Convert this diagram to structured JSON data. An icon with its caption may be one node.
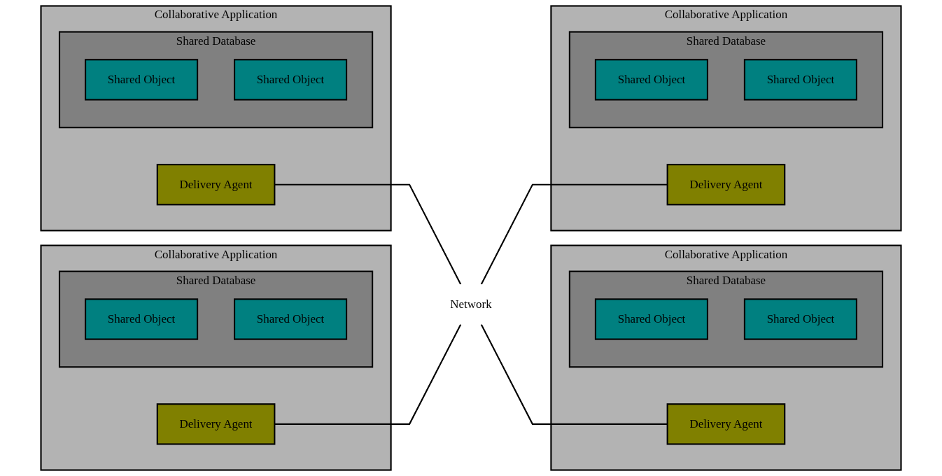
{
  "diagram": {
    "nodes": [
      {
        "text": [
          "Collaborative Application"
        ]
      },
      {
        "text": [
          "Shared Database"
        ],
        "in": 0
      },
      {
        "text": [
          "Shared Object"
        ],
        "in": 1
      },
      {
        "text": [
          "Shared Object"
        ],
        "in": 1
      },
      {
        "text": [
          "Delivery Agent"
        ],
        "in": 0
      },
      {
        "text": [
          "Collaborative Application"
        ]
      },
      {
        "text": [
          "Delivery Agent"
        ],
        "in": 5
      },
      {
        "text": [
          "Shared Database"
        ],
        "in": 5
      },
      {
        "text": [
          "Shared Object"
        ],
        "in": 7
      },
      {
        "text": [
          "Shared Object"
        ],
        "in": 7
      },
      {
        "text": [
          "Collaborative Application"
        ]
      },
      {
        "text": [
          "Shared Database"
        ],
        "in": 10
      },
      {
        "text": [
          "Shared Object"
        ],
        "in": 11
      },
      {
        "text": [
          "Shared Object"
        ],
        "in": 11
      },
      {
        "text": [
          "Delivery Agent"
        ],
        "in": 10
      },
      {
        "text": [
          "Collaborative Application"
        ]
      },
      {
        "text": [
          "Delivery Agent"
        ],
        "in": 15
      },
      {
        "text": [
          "Shared Database"
        ],
        "in": 15
      },
      {
        "text": [
          "Shared Object"
        ],
        "in": 17
      },
      {
        "text": [
          "Shared Object"
        ],
        "in": 17
      },
      {
        "text": [
          "Network"
        ]
      }
    ],
    "edges": [
      {
        "from": 4,
        "to": 20,
        "arrow": "none"
      },
      {
        "from": 20,
        "to": 6,
        "arrow": "none"
      },
      {
        "from": 14,
        "to": 20,
        "arrow": "none"
      },
      {
        "from": 20,
        "to": 16,
        "arrow": "none"
      }
    ]
  }
}
